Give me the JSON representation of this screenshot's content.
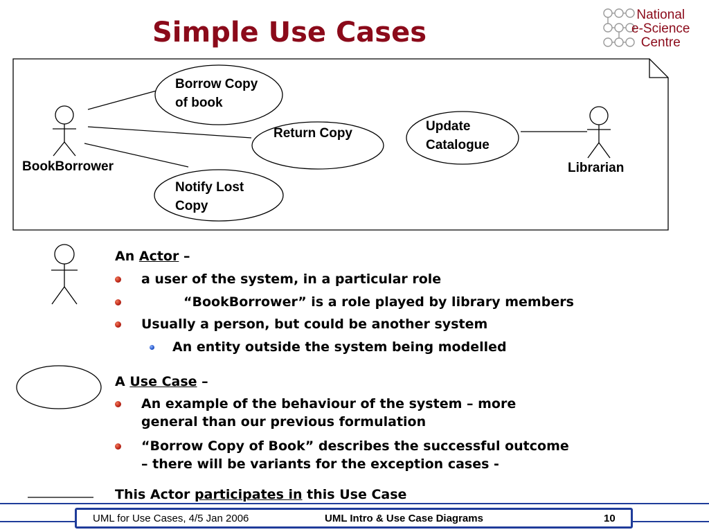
{
  "slide": {
    "title": "Simple Use Cases",
    "logo": {
      "line1": "National",
      "line2": "e-Science",
      "line3": "Centre"
    }
  },
  "diagram": {
    "use_cases": [
      {
        "line1": "Borrow Copy",
        "line2": "of book"
      },
      {
        "line1": "Return Copy"
      },
      {
        "line1": "Notify Lost",
        "line2": "Copy"
      },
      {
        "line1": "Update",
        "line2": "Catalogue"
      }
    ],
    "actors": [
      {
        "label": "BookBorrower"
      },
      {
        "label": "Librarian"
      }
    ]
  },
  "content": {
    "actor": {
      "prefix": "An ",
      "term": "Actor",
      "suffix": " –",
      "bullets": [
        "a user of the system, in a particular role",
        "“BookBorrower” is a role played by library members",
        "Usually a person, but could be another system"
      ],
      "sub_bullet": "An entity outside the system being modelled"
    },
    "use_case": {
      "prefix": "A ",
      "term": "Use Case",
      "suffix": " –",
      "bullet1_line1": "An example of the behaviour of the system – more",
      "bullet1_line2": "general than our previous formulation",
      "bullet2_line1": "“Borrow Copy of Book” describes the successful outcome",
      "bullet2_line2": "– there will be variants for the exception cases -"
    },
    "association": {
      "prefix": "This Actor ",
      "term": "participates in",
      "suffix": " this Use Case"
    }
  },
  "footer": {
    "left": "UML for Use Cases, 4/5 Jan 2006",
    "center": "UML Intro & Use Case Diagrams",
    "page": "10"
  },
  "colors": {
    "title": "#8b0a1a",
    "footer_border": "#1f3c9a",
    "bullet_primary": "#c0281a",
    "bullet_secondary": "#2456c8"
  }
}
